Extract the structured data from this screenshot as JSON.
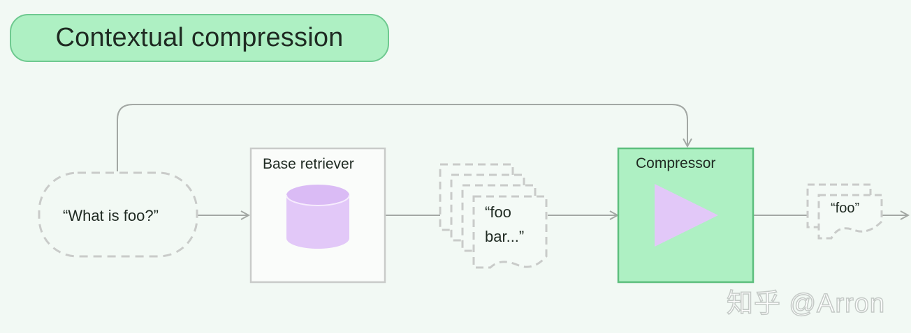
{
  "title": "Contextual compression",
  "query": {
    "text": "“What is foo?”"
  },
  "base_retriever": {
    "label": "Base retriever"
  },
  "retrieved_docs": {
    "line1": "“foo",
    "line2": "bar...”"
  },
  "compressor": {
    "label": "Compressor"
  },
  "output": {
    "text": "“foo”"
  },
  "watermark": "知乎 @Arron",
  "colors": {
    "background": "#f2f9f4",
    "title_fill": "#aef0c3",
    "title_border": "#6fc990",
    "compressor_fill": "#aef0c3",
    "compressor_border": "#5dbf7d",
    "lavender": "#e2c8f8",
    "dashed_outline": "#c9cbc9",
    "connector": "#a3a8a4"
  },
  "icons": {
    "database": "database-icon",
    "play": "play-triangle-icon"
  }
}
